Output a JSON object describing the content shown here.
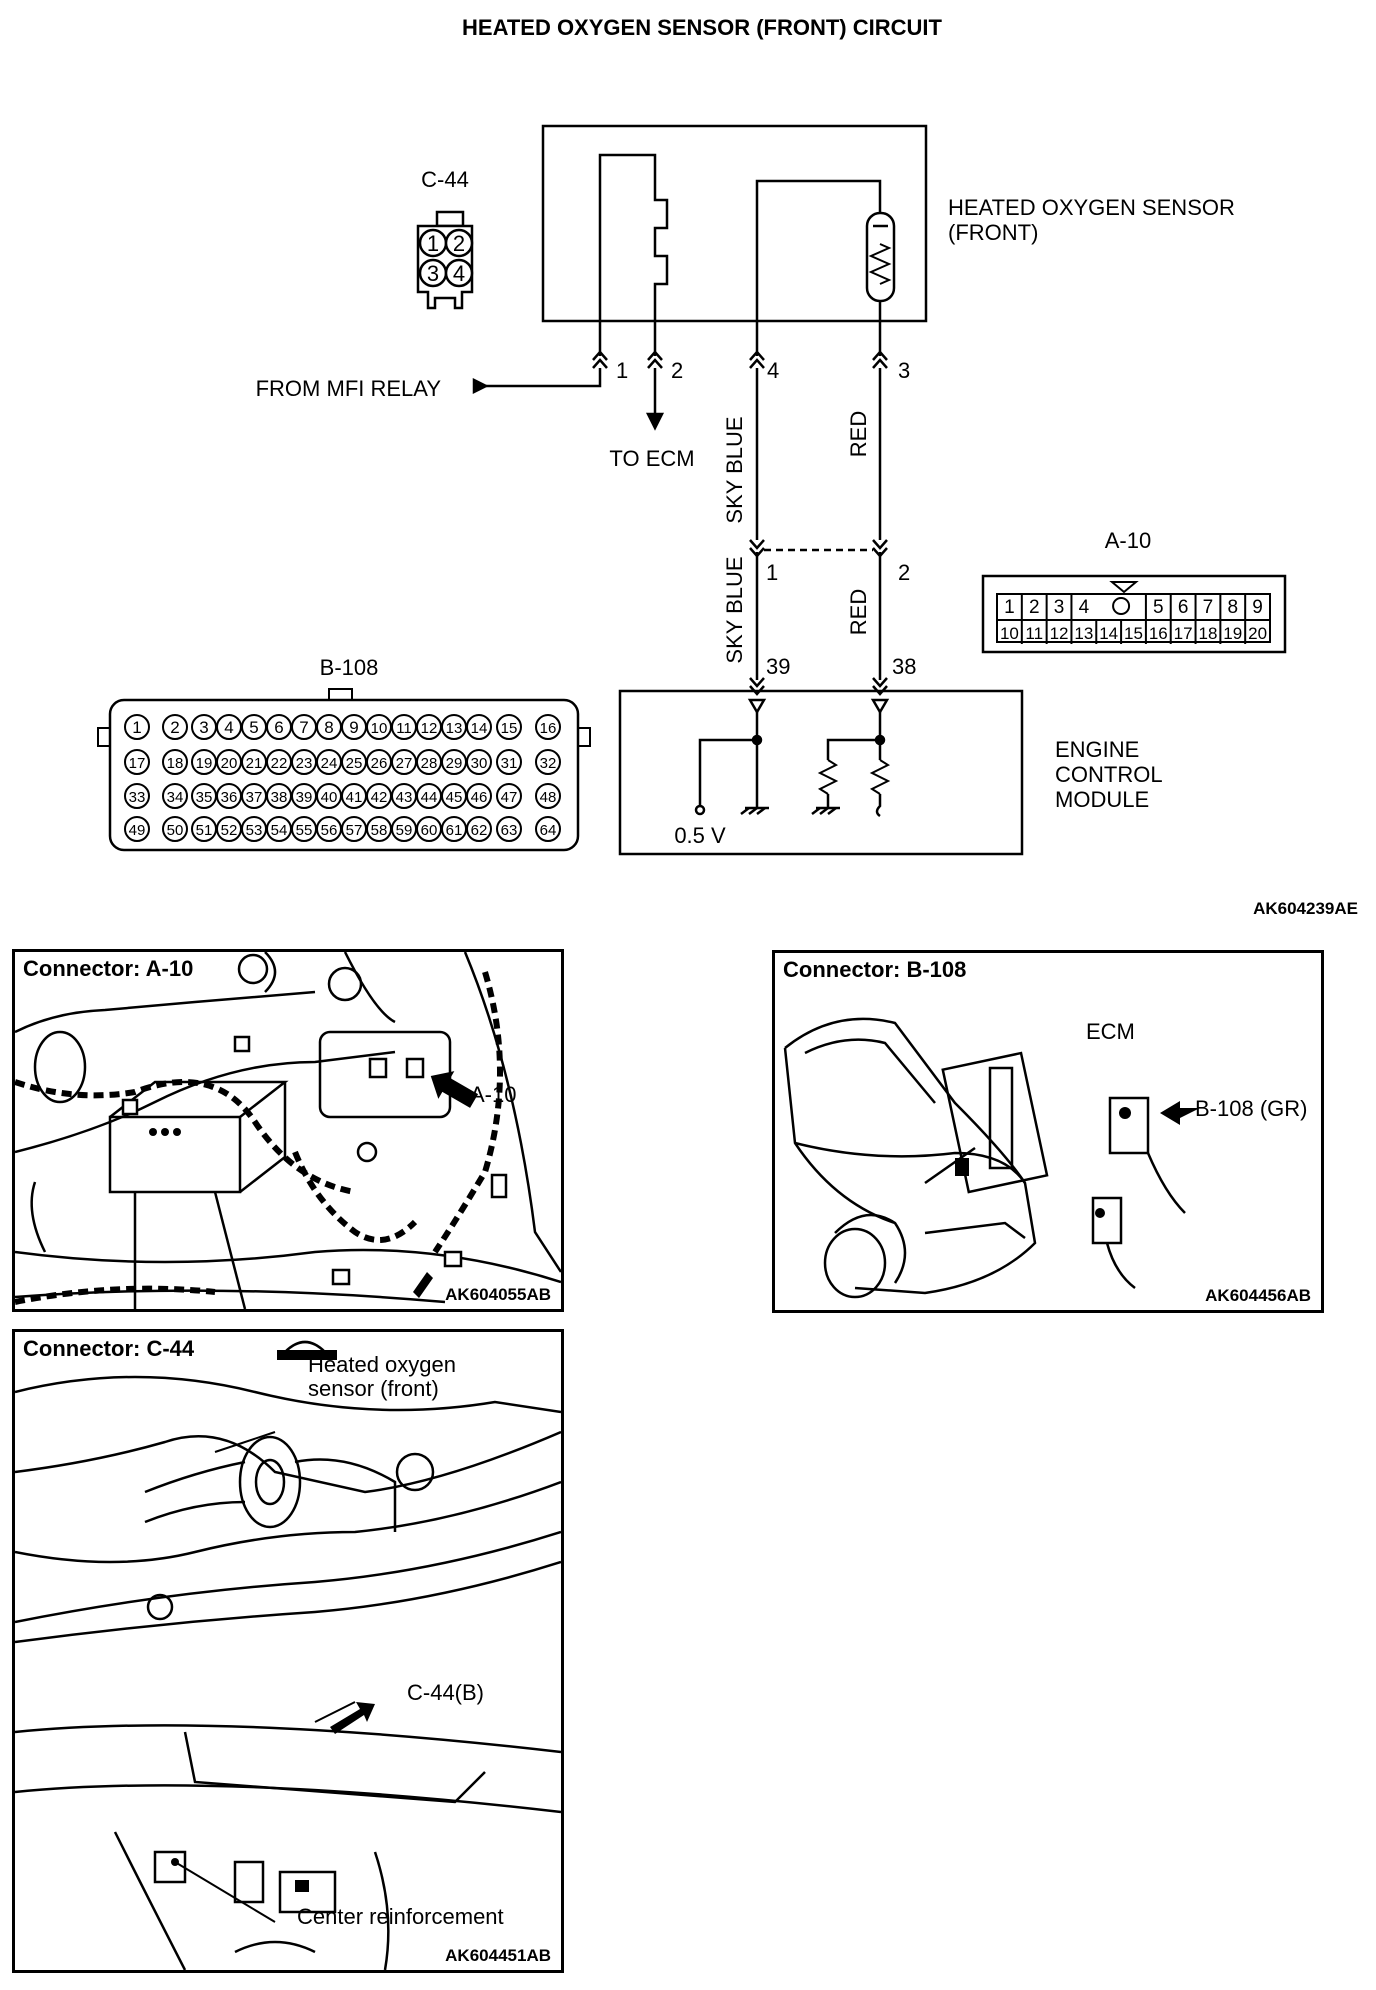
{
  "schematic": {
    "title": "HEATED OXYGEN SENSOR (FRONT) CIRCUIT",
    "c44": {
      "label": "C-44",
      "pins": [
        "1",
        "2",
        "3",
        "4"
      ]
    },
    "sensor": {
      "line1": "HEATED OXYGEN SENSOR",
      "line2": "(FRONT)"
    },
    "from_mfi_relay": "FROM MFI RELAY",
    "to_ecm": "TO ECM",
    "wire_pins_top": [
      "1",
      "2",
      "4",
      "3"
    ],
    "wire_colors": {
      "sky_blue": "SKY BLUE",
      "red": "RED"
    },
    "a10_pins_used": [
      "1",
      "2"
    ],
    "ecm_pins": [
      "39",
      "38"
    ],
    "a10": {
      "label": "A-10",
      "row1": [
        "1",
        "2",
        "3",
        "4",
        "5",
        "6",
        "7",
        "8",
        "9"
      ],
      "row2": [
        "10",
        "11",
        "12",
        "13",
        "14",
        "15",
        "16",
        "17",
        "18",
        "19",
        "20"
      ]
    },
    "b108": {
      "label": "B-108",
      "row1": [
        "1",
        "2",
        "3",
        "4",
        "5",
        "6",
        "7",
        "8",
        "9",
        "10",
        "11",
        "12",
        "13",
        "14",
        "15",
        "16"
      ],
      "row2": [
        "17",
        "18",
        "19",
        "20",
        "21",
        "22",
        "23",
        "24",
        "25",
        "26",
        "27",
        "28",
        "29",
        "30",
        "31",
        "32"
      ],
      "row3": [
        "33",
        "34",
        "35",
        "36",
        "37",
        "38",
        "39",
        "40",
        "41",
        "42",
        "43",
        "44",
        "45",
        "46",
        "47",
        "48"
      ],
      "row4": [
        "49",
        "50",
        "51",
        "52",
        "53",
        "54",
        "55",
        "56",
        "57",
        "58",
        "59",
        "60",
        "61",
        "62",
        "63",
        "64"
      ]
    },
    "ecm": {
      "line1": "ENGINE",
      "line2": "CONTROL",
      "line3": "MODULE",
      "voltage": "0.5 V"
    },
    "code": "AK604239AE"
  },
  "panels": {
    "a10": {
      "title": "Connector: A-10",
      "callout": "A-10",
      "code": "AK604055AB"
    },
    "b108": {
      "title": "Connector: B-108",
      "callout_ecm": "ECM",
      "callout_conn": "B-108 (GR)",
      "code": "AK604456AB"
    },
    "c44": {
      "title": "Connector: C-44",
      "callout_sensor_1": "Heated oxygen",
      "callout_sensor_2": "sensor (front)",
      "callout_conn": "C-44(B)",
      "callout_reinf": "Center reinforcement",
      "code": "AK604451AB"
    }
  }
}
